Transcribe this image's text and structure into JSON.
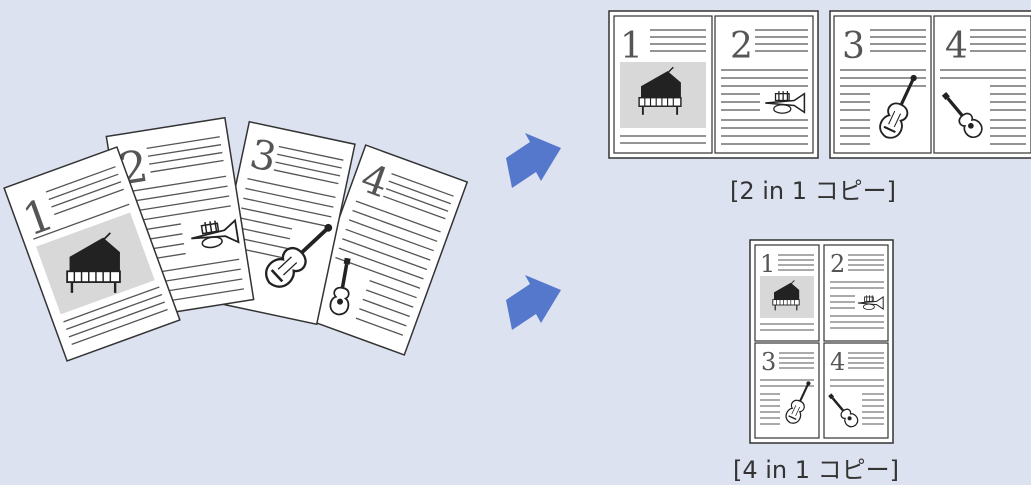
{
  "source_pages": [
    {
      "number": "1",
      "instrument": "piano-icon"
    },
    {
      "number": "2",
      "instrument": "trumpet-icon"
    },
    {
      "number": "3",
      "instrument": "violin-icon"
    },
    {
      "number": "4",
      "instrument": "guitar-icon"
    }
  ],
  "outputs": [
    {
      "caption": "[2 in 1 コピー]"
    },
    {
      "caption": "[4 in 1 コピー]"
    }
  ],
  "colors": {
    "background": "#dde2f1",
    "arrow": "#5577cc",
    "line": "#555555",
    "photo_panel": "#d8d8d8"
  }
}
